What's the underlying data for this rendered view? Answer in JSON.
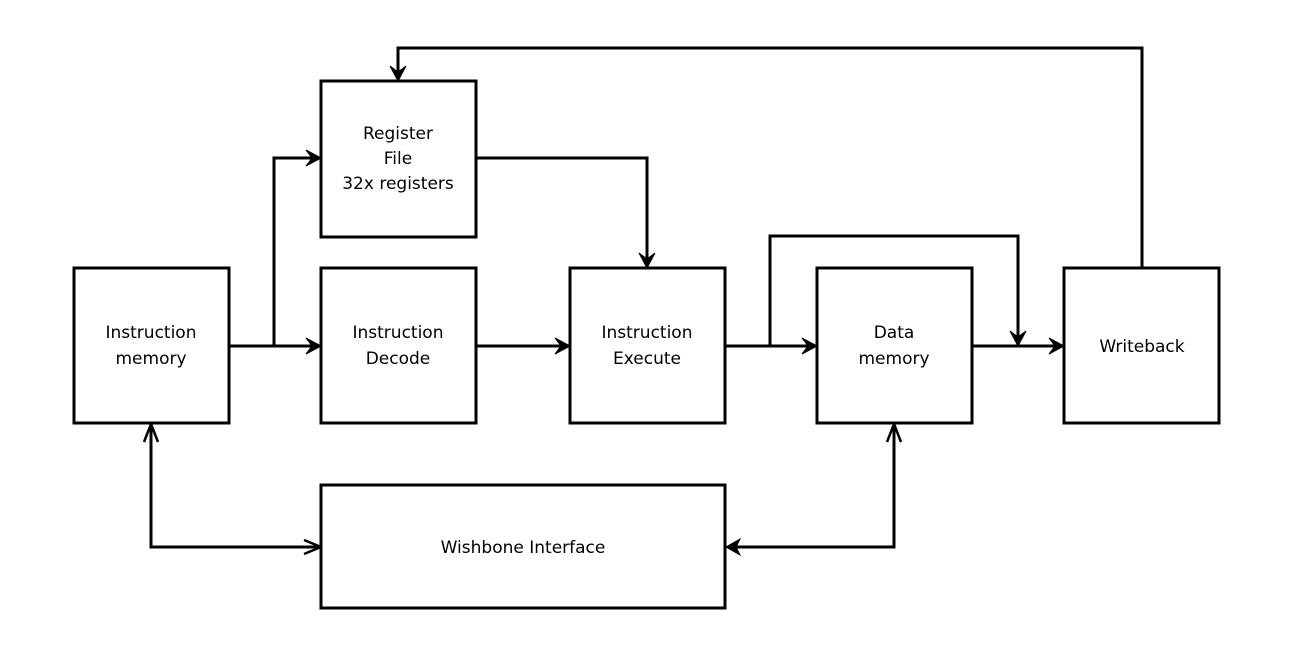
{
  "blocks": {
    "register_file": {
      "lines": [
        "Register",
        "File",
        "32x registers"
      ]
    },
    "instruction_memory": {
      "lines": [
        "Instruction",
        "memory"
      ]
    },
    "instruction_decode": {
      "lines": [
        "Instruction",
        "Decode"
      ]
    },
    "instruction_execute": {
      "lines": [
        "Instruction",
        "Execute"
      ]
    },
    "data_memory": {
      "lines": [
        "Data",
        "memory"
      ]
    },
    "writeback": {
      "lines": [
        "Writeback"
      ]
    },
    "wishbone_interface": {
      "lines": [
        "Wishbone Interface"
      ]
    }
  },
  "colors": {
    "line": "#000000",
    "background": "#ffffff"
  }
}
